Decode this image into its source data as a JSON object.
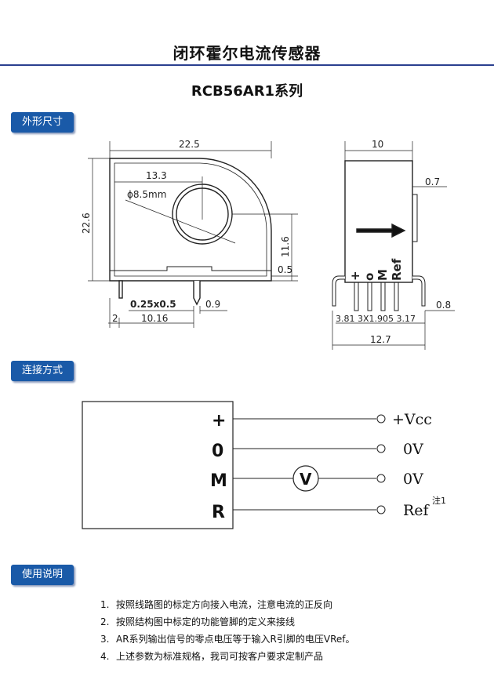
{
  "header": {
    "title": "闭环霍尔电流传感器",
    "subtitle": "RCB56AR1系列"
  },
  "sections": {
    "dimensions": "外形尺寸",
    "wiring": "连接方式",
    "instructions": "使用说明"
  },
  "front_view": {
    "width": "22.5",
    "height": "22.6",
    "hole_offset": "13.3",
    "hole_diameter": "ϕ8.5mm",
    "hole_height": "11.6",
    "step": "0.5",
    "pin_size": "0.25x0.5",
    "pin_width": "0.9",
    "edge": "2",
    "pin_offset": "10.16"
  },
  "side_view": {
    "width": "10",
    "thickness": "0.7",
    "pin_labels": [
      "+",
      "o",
      "M",
      "Ref"
    ],
    "pin_spacing": "3.81 3X1.905 3.17",
    "pin_width": "0.8",
    "total": "12.7"
  },
  "wiring": {
    "pins": [
      "+",
      "0",
      "M",
      "R"
    ],
    "meter": "V",
    "outputs": [
      "+Vcc",
      "0V",
      "0V",
      "Ref"
    ],
    "note_mark": "注1"
  },
  "notes": [
    {
      "num": "1.",
      "text": "按照线路图的标定方向接入电流，注意电流的正反向"
    },
    {
      "num": "2.",
      "text": "按照结构图中标定的功能管脚的定义来接线"
    },
    {
      "num": "3.",
      "text": "AR系列输出信号的零点电压等于输入R引脚的电压VRef。"
    },
    {
      "num": "4.",
      "text": "上述参数为标准规格，我司可按客户要求定制产品"
    }
  ]
}
